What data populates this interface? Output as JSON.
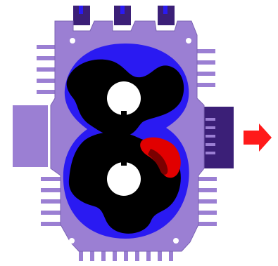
{
  "diagram": {
    "colors": {
      "housing": "#9B7FD3",
      "housing_edge": "#7B63B3",
      "port": "#3B1F77",
      "fluid": "#2A1AF2",
      "rotor": "#000000",
      "trapped": "#E10000",
      "trapped_dark": "#7A0000",
      "shaft": "#FFFFFF",
      "flow_arrow": "#FF1A1A"
    },
    "icons": {
      "flow_direction": "arrow-right-icon"
    },
    "components": [
      "pump-housing",
      "cooling-fins",
      "top-ports",
      "right-outlet-port",
      "left-inlet-flange",
      "pump-chamber",
      "upper-rotor",
      "lower-rotor",
      "trapped-fluid-pocket",
      "flow-arrow"
    ]
  }
}
